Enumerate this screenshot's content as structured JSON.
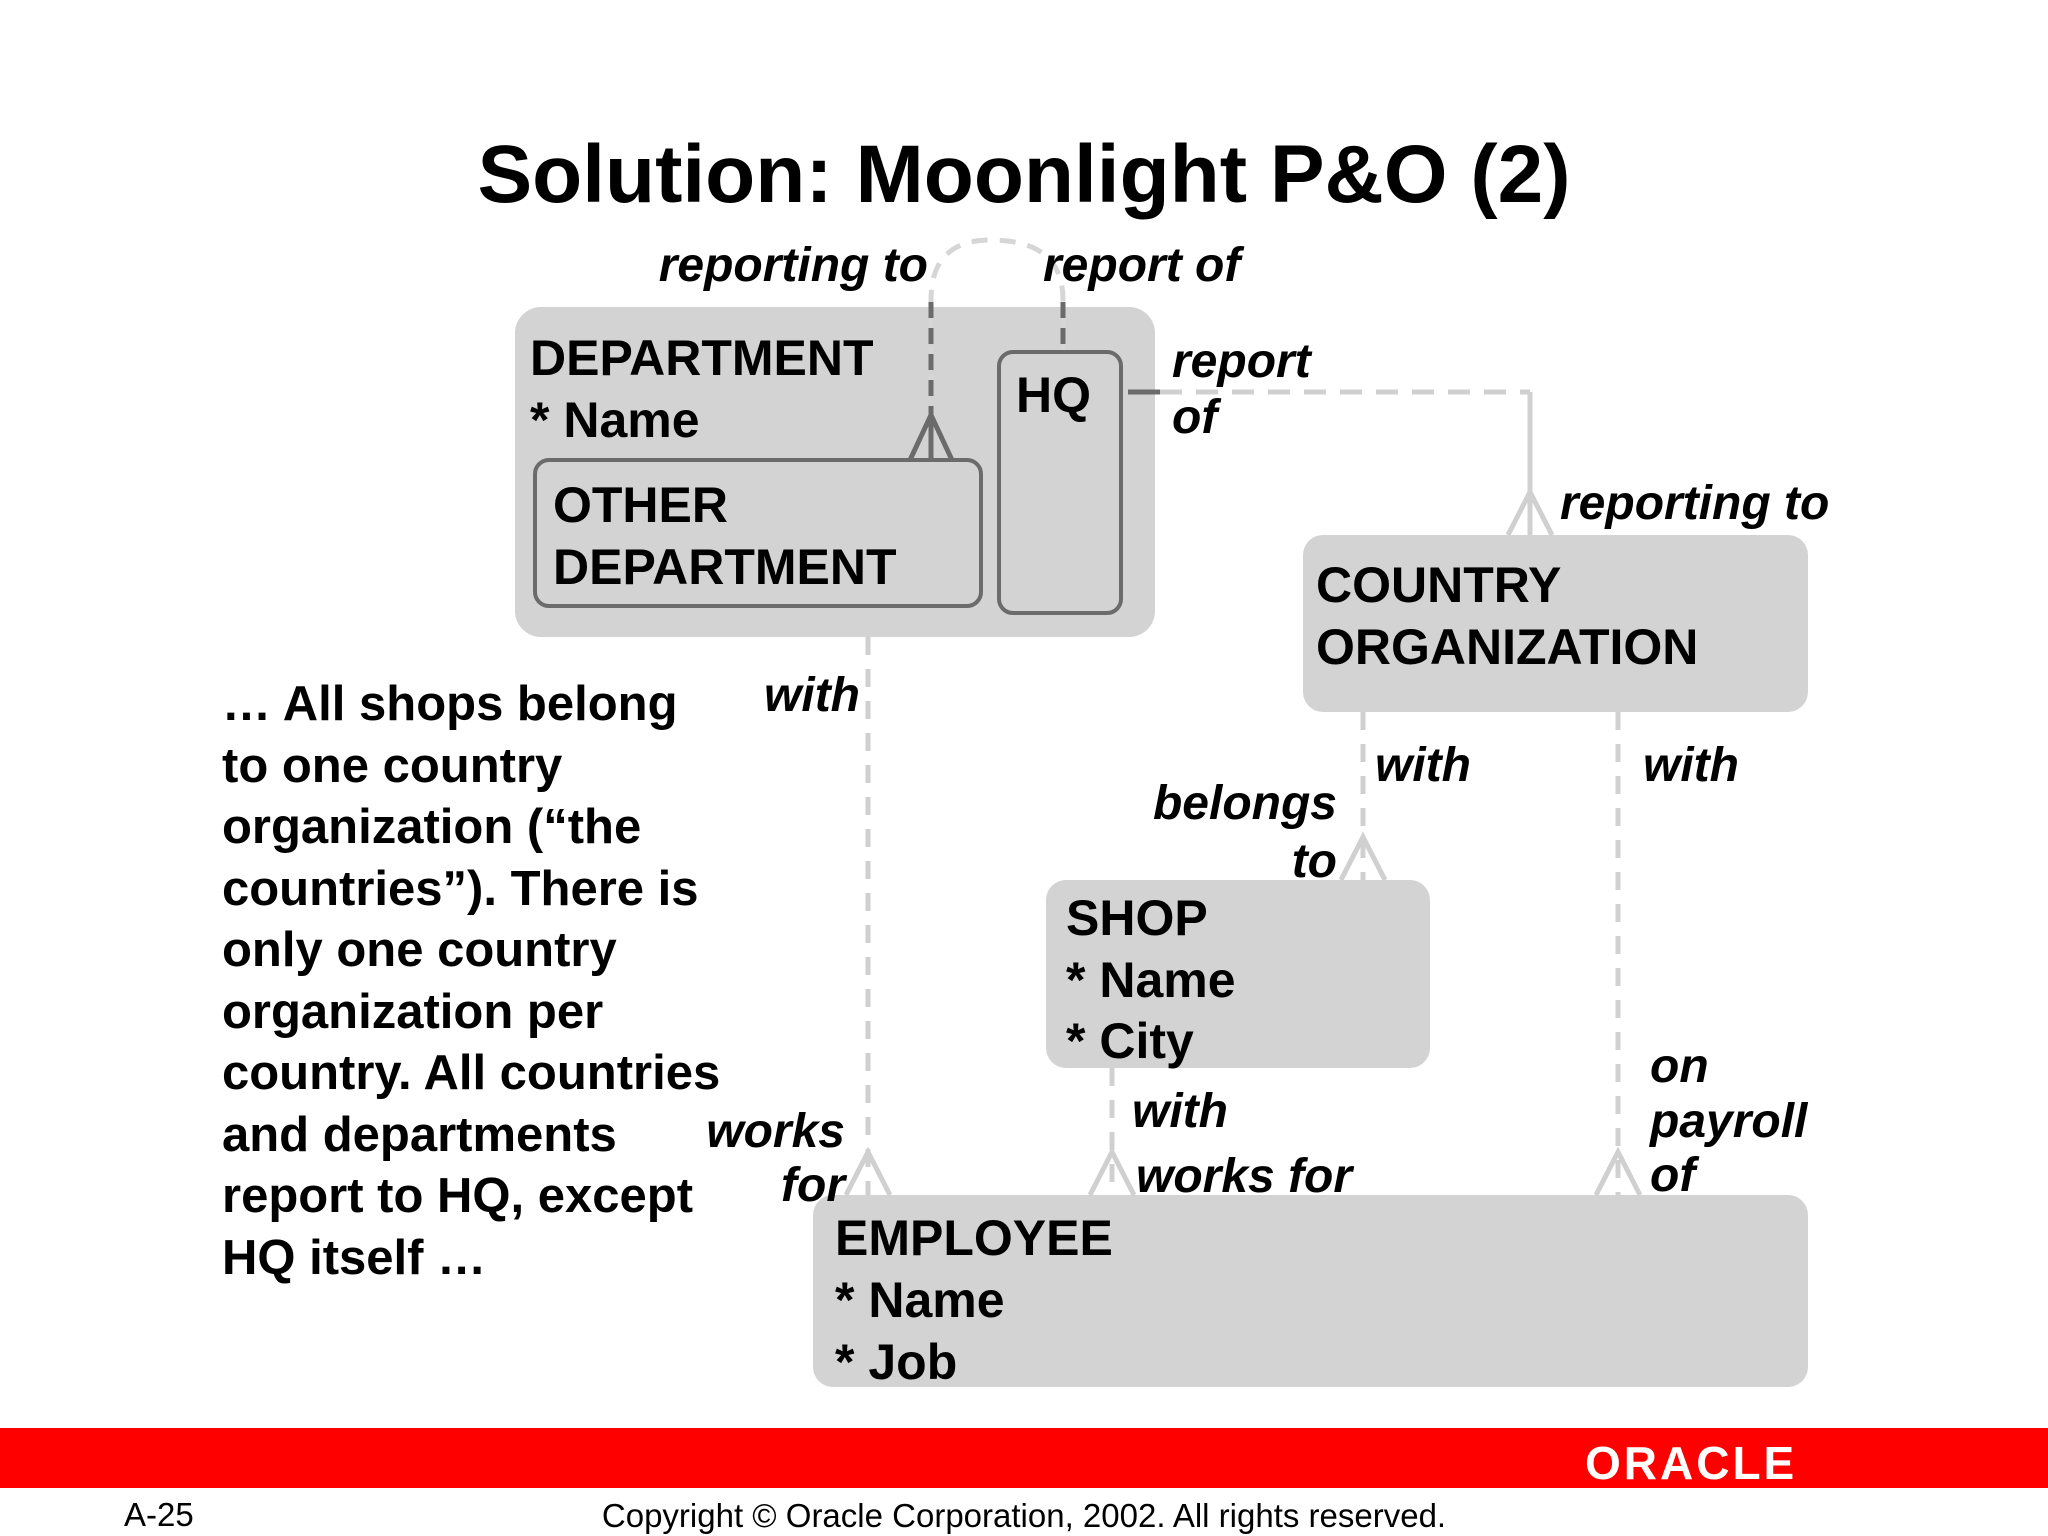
{
  "title": "Solution: Moonlight P&O (2)",
  "entities": {
    "department": {
      "name": "DEPARTMENT",
      "attr1": "* Name"
    },
    "hq": {
      "name": "HQ"
    },
    "other_department": {
      "line1": "OTHER",
      "line2": "DEPARTMENT"
    },
    "country_org": {
      "line1": "COUNTRY",
      "line2": "ORGANIZATION"
    },
    "shop": {
      "name": "SHOP",
      "attr1": "* Name",
      "attr2": "* City"
    },
    "employee": {
      "name": "EMPLOYEE",
      "attr1": "* Name",
      "attr2": "* Job"
    }
  },
  "relationships": {
    "self_reporting_to": "reporting to",
    "self_report_of": "report of",
    "hq_report_line1": "report",
    "hq_report_line2": "of",
    "country_reporting_to": "reporting to",
    "dept_with": "with",
    "country_with_shop": "with",
    "country_with_employee": "with",
    "shop_belongs_line1": "belongs",
    "shop_belongs_line2": "to",
    "shop_with": "with",
    "employee_works_for_shop": "works for",
    "employee_works_line1": "works",
    "employee_works_line2": "for",
    "payroll_line1": "on",
    "payroll_line2": "payroll",
    "payroll_line3": "of"
  },
  "side_text": "… All shops belong to one country organization (“the countries”). There is only one country organization per country. All countries and departments report to HQ, except HQ itself …",
  "footer": {
    "logo": "ORACLE",
    "page_number": "A-25",
    "copyright": "Copyright © Oracle Corporation, 2002. All rights reserved."
  },
  "colors": {
    "entity_fill": "#d3d3d3",
    "line_gray": "#d0d0d0",
    "dark_line": "#6b6b6b",
    "footer_bar": "#ff0000"
  }
}
